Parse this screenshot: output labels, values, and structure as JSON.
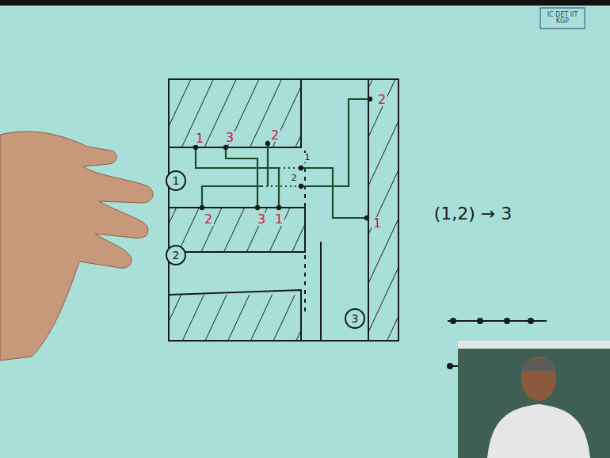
{
  "diagram": {
    "nodes": [
      {
        "text": [
          "1"
        ]
      },
      {
        "text": [
          "2"
        ]
      },
      {
        "text": [
          "3"
        ]
      }
    ],
    "labels": [
      "IC DET IIT KGP",
      "2",
      "1",
      "3",
      "2",
      "1",
      "2",
      "2",
      "3",
      "1",
      "1",
      "(1,2) → 3"
    ]
  }
}
